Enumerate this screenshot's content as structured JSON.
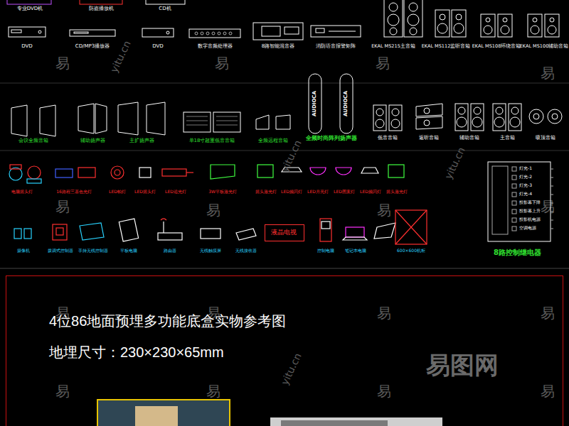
{
  "diagram": {
    "nodes": [
      {
        "text": [
          "灯光-1",
          "灯光-2",
          "灯光-3",
          "灯光-4",
          "投影幕下降",
          "投影幕上升",
          "投影机电源",
          "空调电源",
          "8路控制继电器"
        ]
      },
      {
        "text": [
          "液晶电视"
        ]
      },
      {
        "text": [
          "4位86地面预埋多功能底盒实物参考图",
          "地埋尺寸：230×230×65mm"
        ]
      }
    ],
    "labels": [
      "专业DVD机",
      "防盗播放机",
      "CD机",
      "DVD",
      "CD/MP3播放器",
      "DVD",
      "数字音频处理器",
      "8路智能混音器",
      "消防语音报警矩阵",
      "EKAL MS215主音箱",
      "EKAL MS112监听音箱",
      "EKAL MS108环绕音箱",
      "EKAL MS100辅助音箱",
      "会议全频音箱",
      "辅助扬声器",
      "主扩扬声器",
      "单18寸超重低音音箱",
      "全频远程音箱",
      "全频时尚阵列扬声器",
      "低音音箱",
      "返听音箱",
      "辅助音箱",
      "主音箱",
      "吸顶音箱",
      "AUDIOCA",
      "AUDIOCA",
      "电脑摇头灯",
      "16路程三基色光灯",
      "LED帕灯",
      "LED摇头灯",
      "LED追光灯",
      "3W平板激光灯",
      "摇头激光灯",
      "LED频闪灯",
      "LED月亮灯",
      "LED图案灯",
      "LED频闪灯",
      "摇头激光灯",
      "摄像机",
      "拨调式控制器",
      "手持无线控制器",
      "平板电脑",
      "路由器",
      "无线触摸屏",
      "无线接收器",
      "控制电脑",
      "笔记本电脑",
      "600×600机柜",
      "易",
      "易",
      "易",
      "易",
      "易",
      "易",
      "易",
      "易",
      "易",
      "易",
      "易",
      "易",
      "易",
      "易",
      "易",
      "易",
      "yitu.cn",
      "yitu.cn",
      "yitu.cn",
      "yitu.cn",
      "易图网"
    ]
  }
}
